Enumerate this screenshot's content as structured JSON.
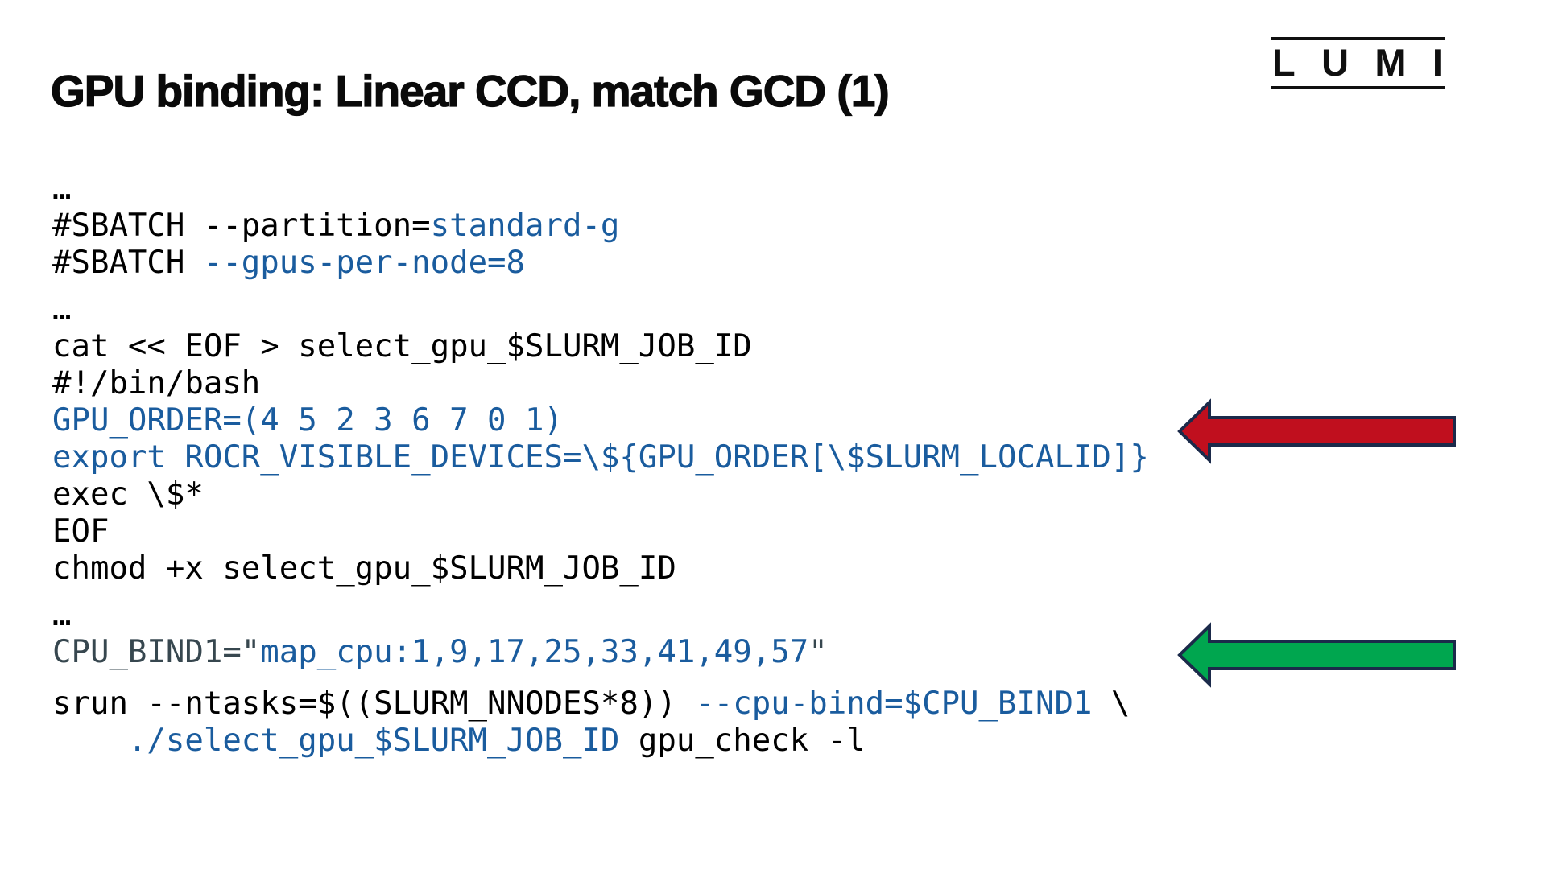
{
  "slide": {
    "title": "GPU binding: Linear CCD, match GCD (1)",
    "logo": {
      "text": "LUMI"
    },
    "colors": {
      "black": "#000000",
      "blue": "#1A5C9E",
      "slate": "#37474F",
      "arrow_red": "#C00F1E",
      "arrow_green": "#00A64F",
      "arrow_outline": "#1B2A4A"
    },
    "code": {
      "lines": [
        {
          "segments": [
            {
              "t": "…",
              "c": "black"
            }
          ]
        },
        {
          "segments": [
            {
              "t": "#SBATCH --partition=",
              "c": "black"
            },
            {
              "t": "standard-g",
              "c": "blue"
            }
          ]
        },
        {
          "segments": [
            {
              "t": "#SBATCH ",
              "c": "black"
            },
            {
              "t": "--gpus-per-node=8",
              "c": "blue"
            }
          ]
        },
        {
          "gap_before": "small",
          "segments": [
            {
              "t": "…",
              "c": "black"
            }
          ]
        },
        {
          "segments": [
            {
              "t": "cat << EOF > select_gpu_$SLURM_JOB_ID",
              "c": "black"
            }
          ]
        },
        {
          "segments": [
            {
              "t": "#!/bin/bash",
              "c": "black"
            }
          ]
        },
        {
          "segments": [
            {
              "t": "GPU_ORDER=(4 5 2 3 6 7 0 1)",
              "c": "blue"
            }
          ]
        },
        {
          "segments": [
            {
              "t": "export ROCR_VISIBLE_DEVICES=\\${GPU_ORDER[\\$SLURM_LOCALID]}",
              "c": "blue"
            }
          ]
        },
        {
          "segments": [
            {
              "t": "exec \\$*",
              "c": "black"
            }
          ]
        },
        {
          "segments": [
            {
              "t": "EOF",
              "c": "black"
            }
          ]
        },
        {
          "segments": [
            {
              "t": "chmod +x select_gpu_$SLURM_JOB_ID",
              "c": "black"
            }
          ]
        },
        {
          "gap_before": "small",
          "segments": [
            {
              "t": "…",
              "c": "black"
            }
          ]
        },
        {
          "segments": [
            {
              "t": "CPU_BIND1=\"",
              "c": "slate"
            },
            {
              "t": "map_cpu:1,9,17,25,33,41,49,57",
              "c": "blue"
            },
            {
              "t": "\"",
              "c": "slate"
            }
          ]
        },
        {
          "gap_before": "large",
          "segments": [
            {
              "t": "srun --ntasks=$((SLURM_NNODES*8)) ",
              "c": "black"
            },
            {
              "t": "--cpu-bind=$CPU_BIND1",
              "c": "blue"
            },
            {
              "t": " \\",
              "c": "black"
            }
          ]
        },
        {
          "segments": [
            {
              "t": "    ./select_gpu_$SLURM_JOB_ID ",
              "c": "blue"
            },
            {
              "t": "gpu_check -l",
              "c": "black"
            }
          ]
        }
      ]
    }
  }
}
